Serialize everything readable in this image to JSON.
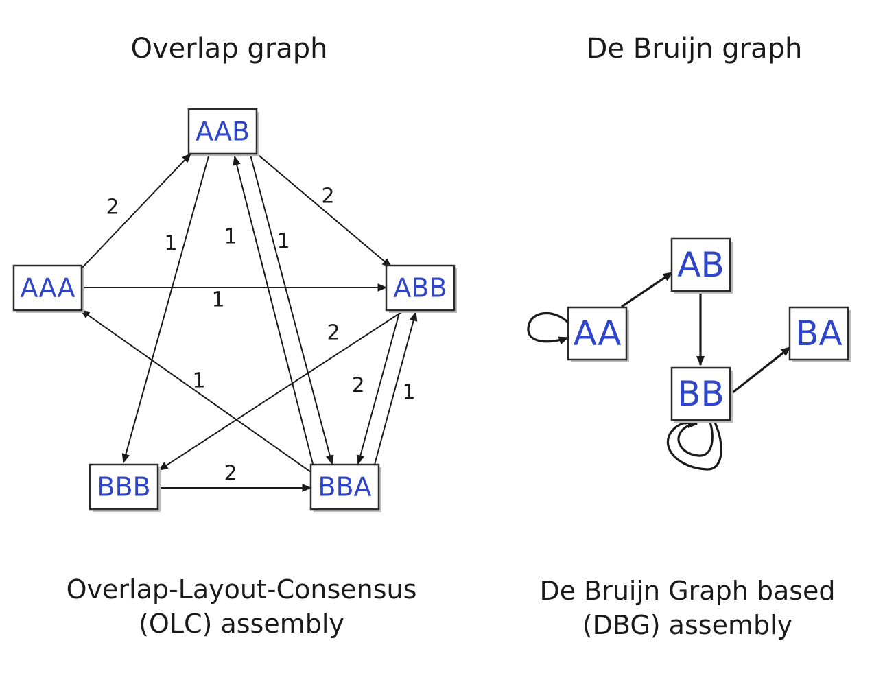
{
  "overlap": {
    "title": "Overlap graph",
    "caption_line1": "Overlap-Layout-Consensus",
    "caption_line2": "(OLC) assembly",
    "nodes": {
      "AAB": "AAB",
      "AAA": "AAA",
      "ABB": "ABB",
      "BBB": "BBB",
      "BBA": "BBA"
    },
    "edges": [
      {
        "from": "AAA",
        "to": "AAB",
        "weight": "2"
      },
      {
        "from": "AAA",
        "to": "ABB",
        "weight": "1"
      },
      {
        "from": "AAB",
        "to": "ABB",
        "weight": "2"
      },
      {
        "from": "AAB",
        "to": "BBB",
        "weight": "1"
      },
      {
        "from": "BBA",
        "to": "AAB",
        "weight": "1"
      },
      {
        "from": "AAB",
        "to": "BBA",
        "weight": "1"
      },
      {
        "from": "ABB",
        "to": "BBB",
        "weight": "2"
      },
      {
        "from": "ABB",
        "to": "BBA",
        "weight": "2"
      },
      {
        "from": "BBA",
        "to": "ABB",
        "weight": "1"
      },
      {
        "from": "BBA",
        "to": "AAA",
        "weight": "1"
      },
      {
        "from": "BBB",
        "to": "BBA",
        "weight": "2"
      }
    ]
  },
  "debruijn": {
    "title": "De Bruijn graph",
    "caption_line1": "De Bruijn Graph based",
    "caption_line2": "(DBG) assembly",
    "nodes": {
      "AB": "AB",
      "AA": "AA",
      "BA": "BA",
      "BB": "BB"
    },
    "edges": [
      {
        "from": "AA",
        "to": "AA"
      },
      {
        "from": "AA",
        "to": "AB"
      },
      {
        "from": "AB",
        "to": "BB"
      },
      {
        "from": "BB",
        "to": "BA"
      },
      {
        "from": "BB",
        "to": "BB"
      },
      {
        "from": "BB",
        "to": "BB"
      }
    ]
  }
}
